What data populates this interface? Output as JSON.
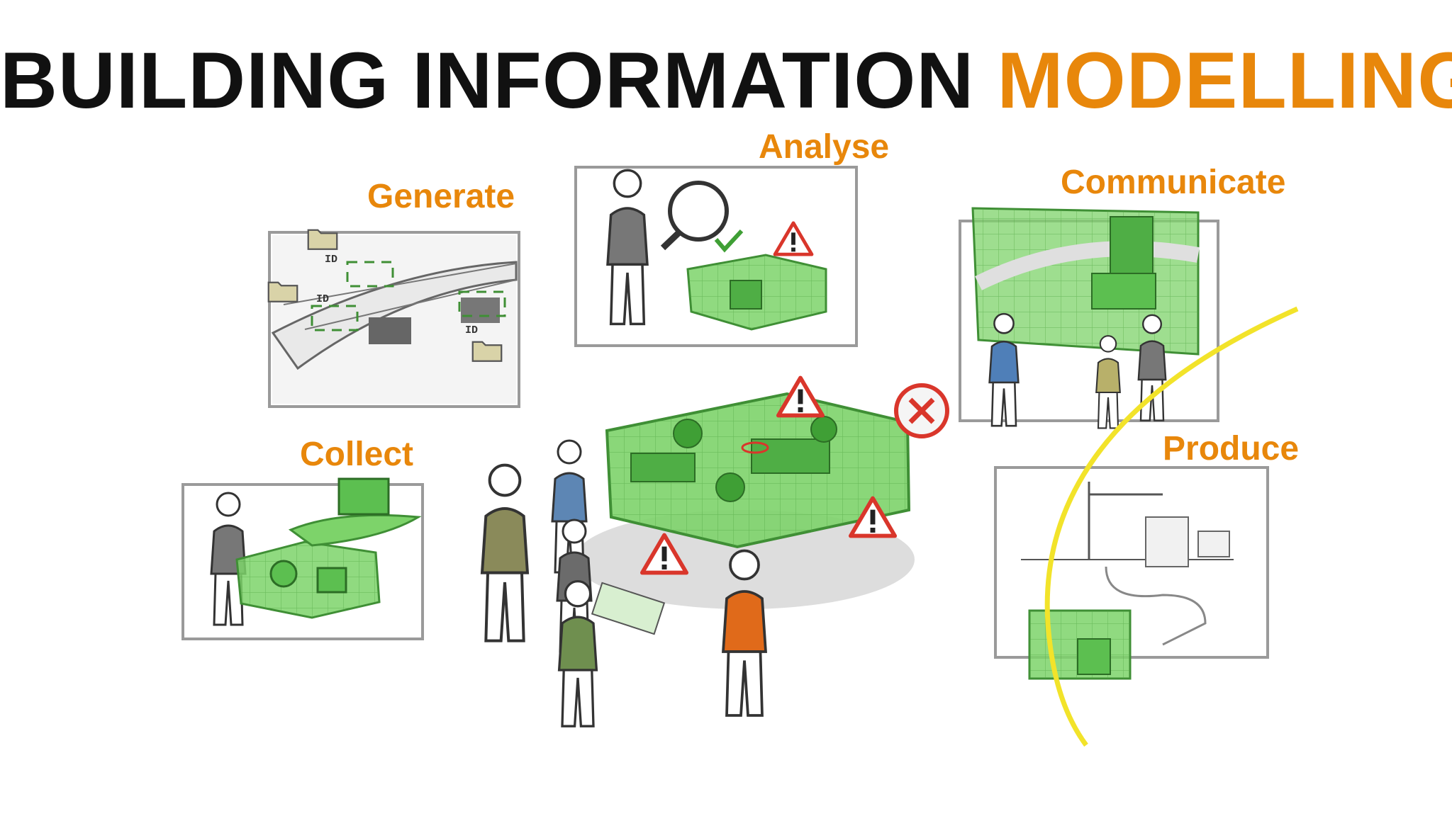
{
  "title": {
    "part1": "BUILDING INFORMATION",
    "part2": "MODELLING"
  },
  "stages": {
    "generate": "Generate",
    "analyse": "Analyse",
    "communicate": "Communicate",
    "collect": "Collect",
    "produce": "Produce"
  },
  "tags": {
    "id": "ID"
  },
  "colors": {
    "title_text": "#111111",
    "accent_orange": "#E8870B",
    "model_green": "#7DD36A",
    "warning_red": "#D9362B",
    "arc_yellow": "#F2E32A"
  },
  "icons": [
    "warning-icon",
    "reject-icon",
    "checkmark-icon",
    "magnifier-icon",
    "folder-icon"
  ]
}
